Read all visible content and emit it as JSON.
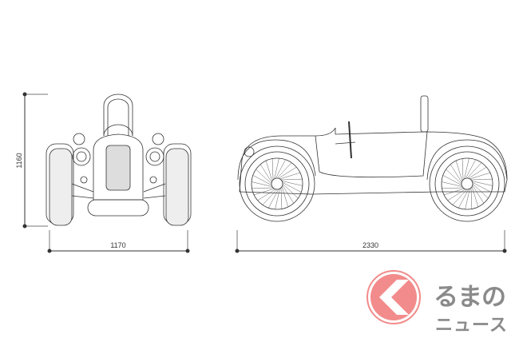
{
  "dimensions": {
    "height": "1160",
    "width": "1170",
    "length": "2330"
  },
  "logo": {
    "line1": "るまの",
    "line2": "ニュース",
    "accent": "#f28b8b",
    "text_color": "#8a8a8a"
  }
}
